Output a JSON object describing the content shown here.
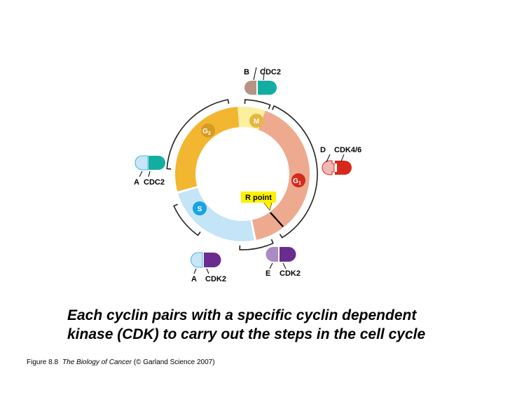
{
  "phases": {
    "m": "M",
    "g2": {
      "letter": "G",
      "sub": "2"
    },
    "g1": {
      "letter": "G",
      "sub": "1"
    },
    "s": "S"
  },
  "restriction_point": "R point",
  "complexes": {
    "b_cdc2": {
      "cyclin": "B",
      "kinase": "CDC2"
    },
    "d_cdk46": {
      "cyclin": "D",
      "kinase": "CDK4/6"
    },
    "a_cdc2": {
      "cyclin": "A",
      "kinase": "CDC2"
    },
    "a_cdk2": {
      "cyclin": "A",
      "kinase": "CDK2"
    },
    "e_cdk2": {
      "cyclin": "E",
      "kinase": "CDK2"
    }
  },
  "caption": {
    "line1": "Each cyclin pairs with a specific  cyclin dependent",
    "line2": "kinase (CDK) to carry out the steps in the cell cycle"
  },
  "credit": {
    "figure": "Figure 8.8",
    "book": "The Biology of Cancer",
    "rest": " (© Garland Science 2007)"
  },
  "colors": {
    "g1": "#EDAA8E",
    "g2": "#F2B631",
    "s": "#C4E4F8",
    "m": "#FBEFA0",
    "g1_dot": "#D32A1E",
    "g2_dot": "#D79A22",
    "s_dot": "#1AA4DE",
    "m_dot": "#E7B73E",
    "r_point": "#FFF200",
    "cdc2": "#14ADA3",
    "cyclin_b": "#B69382",
    "cdk46": "#D8281C",
    "cyclin_d": "#F2B8B5",
    "cdk2": "#6A2C91",
    "cyclin_e": "#A98CC3",
    "cyclin_a": "#C8E6F8"
  }
}
